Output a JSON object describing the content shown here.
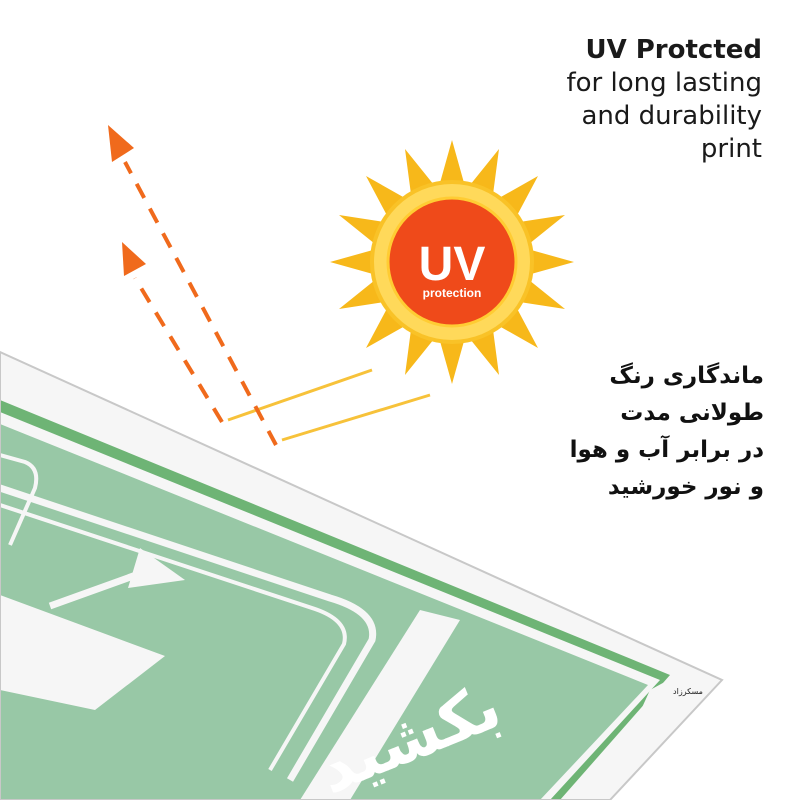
{
  "headline": {
    "title": "UV Protcted",
    "lines": [
      "for long lasting",
      "and durability",
      "print"
    ]
  },
  "badge": {
    "big": "UV",
    "small": "protection"
  },
  "persian": {
    "lines": [
      "ماندگاری رنگ",
      "طولانی مدت",
      "در برابر  آب و هوا",
      "و نور خورشید"
    ]
  },
  "sign": {
    "text": "بکشید",
    "brand": "مسکرزاد"
  },
  "colors": {
    "sun": "#f7b81a",
    "badge": "#ef4a1a",
    "arrow": "#f06a1c",
    "sign_green": "#6fb884",
    "sign_dark_green": "#2f9a3a"
  },
  "icons": [
    "sun-icon",
    "reflection-arrow-icon",
    "arrow-icon"
  ]
}
